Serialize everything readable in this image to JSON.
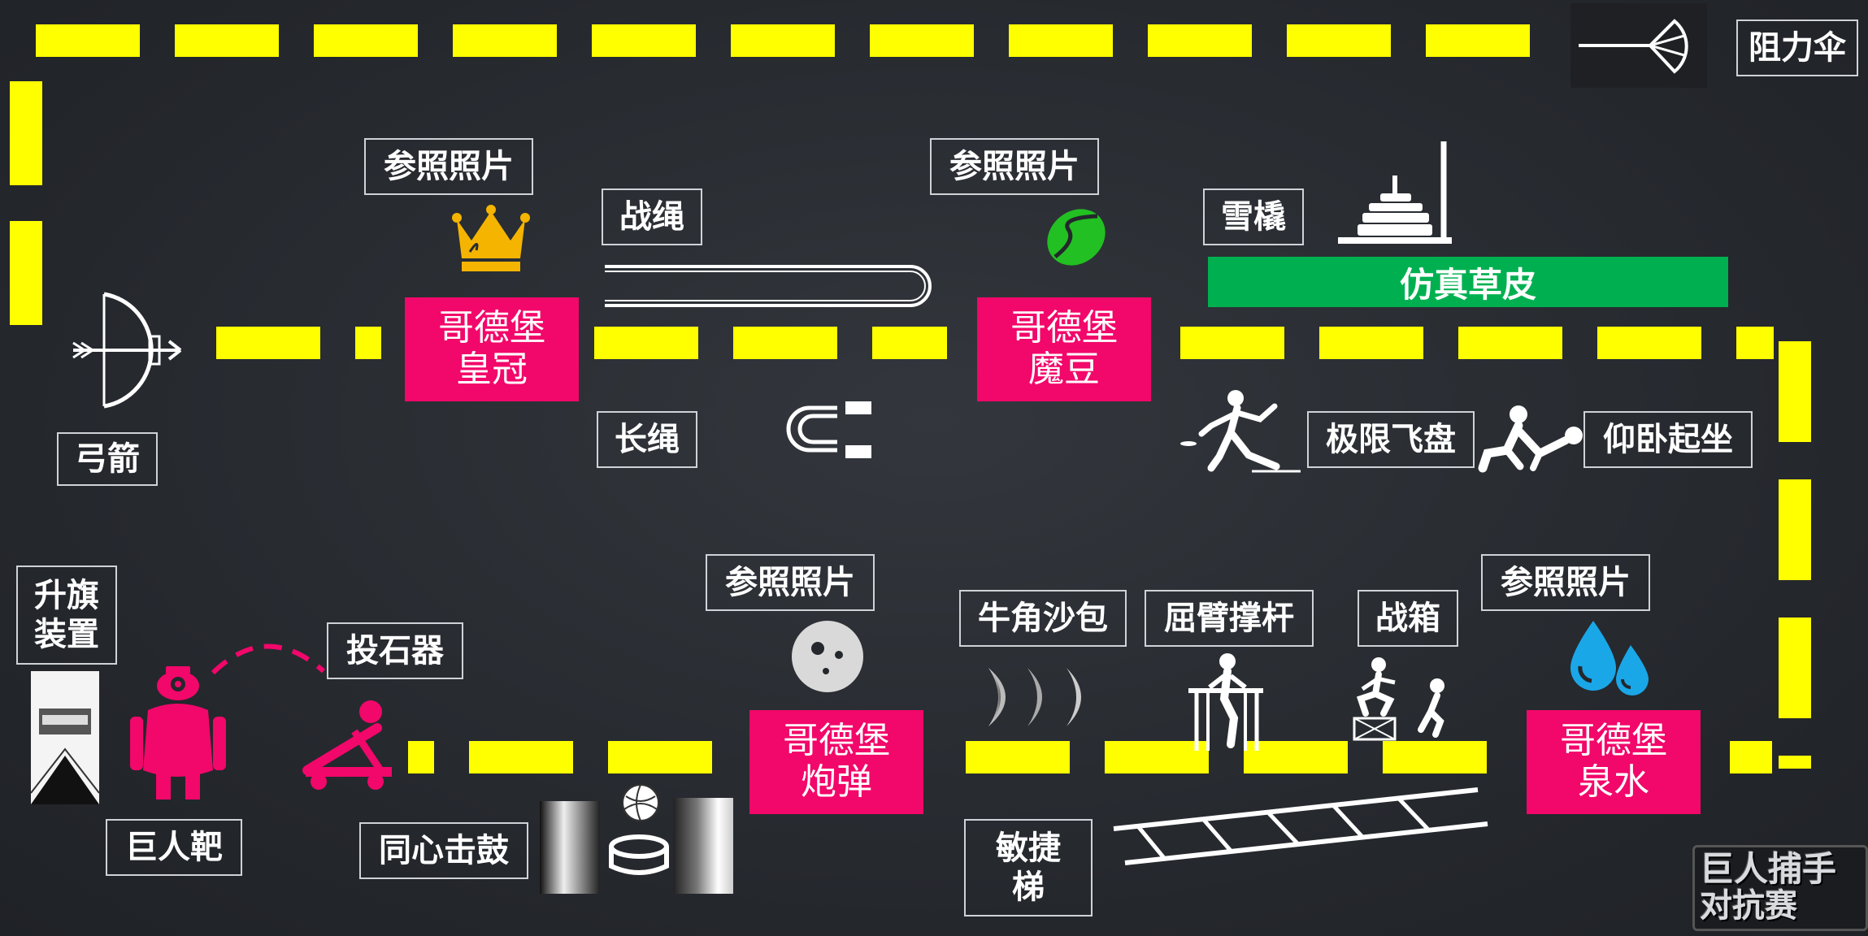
{
  "top_right": {
    "parachute_label": "阻力伞"
  },
  "labels": {
    "bow": "弓箭",
    "battle_rope": "战绳",
    "long_rope": "长绳",
    "sled": "雪橇",
    "frisbee": "极限飞盘",
    "situp": "仰卧起坐",
    "flag": "升旗\n装置",
    "catapult": "投石器",
    "giant_target": "巨人靶",
    "drum": "同心击鼓",
    "sandbag": "牛角沙包",
    "dip_bar": "屈臂撑杆",
    "battle_box": "战箱",
    "agility": "敏捷\n梯"
  },
  "reference_photo": "参照照片",
  "stations": {
    "crown": [
      "哥德堡",
      "皇冠"
    ],
    "bean": [
      "哥德堡",
      "魔豆"
    ],
    "cannonball": [
      "哥德堡",
      "炮弹"
    ],
    "spring": [
      "哥德堡",
      "泉水"
    ]
  },
  "turf_label": "仿真草皮",
  "logo": {
    "line1": "巨人捕手",
    "line2": "对抗赛"
  },
  "colors": {
    "track": "#ffff00",
    "station": "#f2076a",
    "turf": "#00b050",
    "crown": "#f5b400",
    "bean": "#22c022",
    "water": "#1aa7e8",
    "target": "#f2076a"
  }
}
